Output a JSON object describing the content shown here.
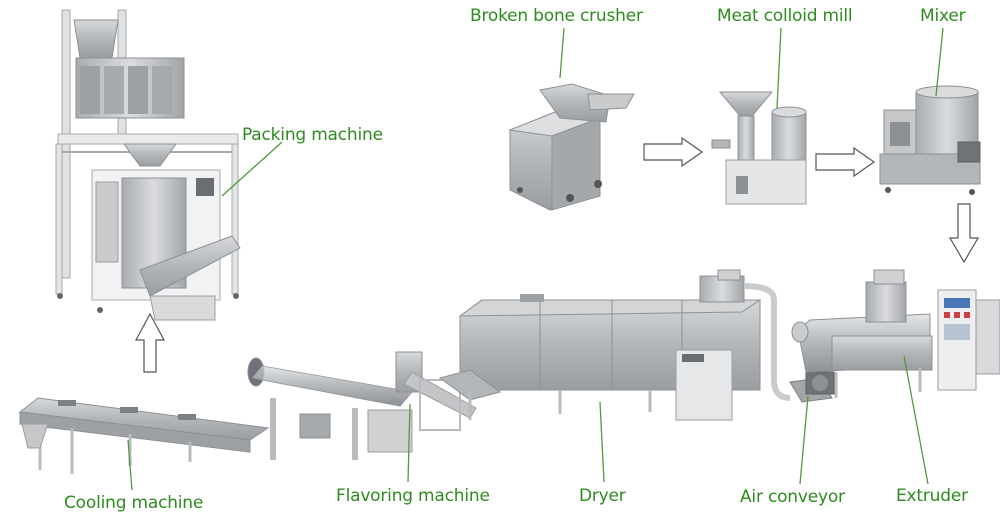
{
  "labels": {
    "broken_bone_crusher": "Broken bone crusher",
    "meat_colloid_mill": "Meat colloid mill",
    "mixer": "Mixer",
    "packing_machine": "Packing machine",
    "cooling_machine": "Cooling machine",
    "flavoring_machine": "Flavoring machine",
    "dryer": "Dryer",
    "air_conveyor": "Air conveyor",
    "extruder": "Extruder"
  },
  "colors": {
    "label_text": "#2e8b1f",
    "leader_line": "#4f9a3a",
    "machine_metal": "#b9bcbf",
    "machine_dark": "#8d9094",
    "frame_white": "#eceeef",
    "arrow_outline": "#555555"
  }
}
